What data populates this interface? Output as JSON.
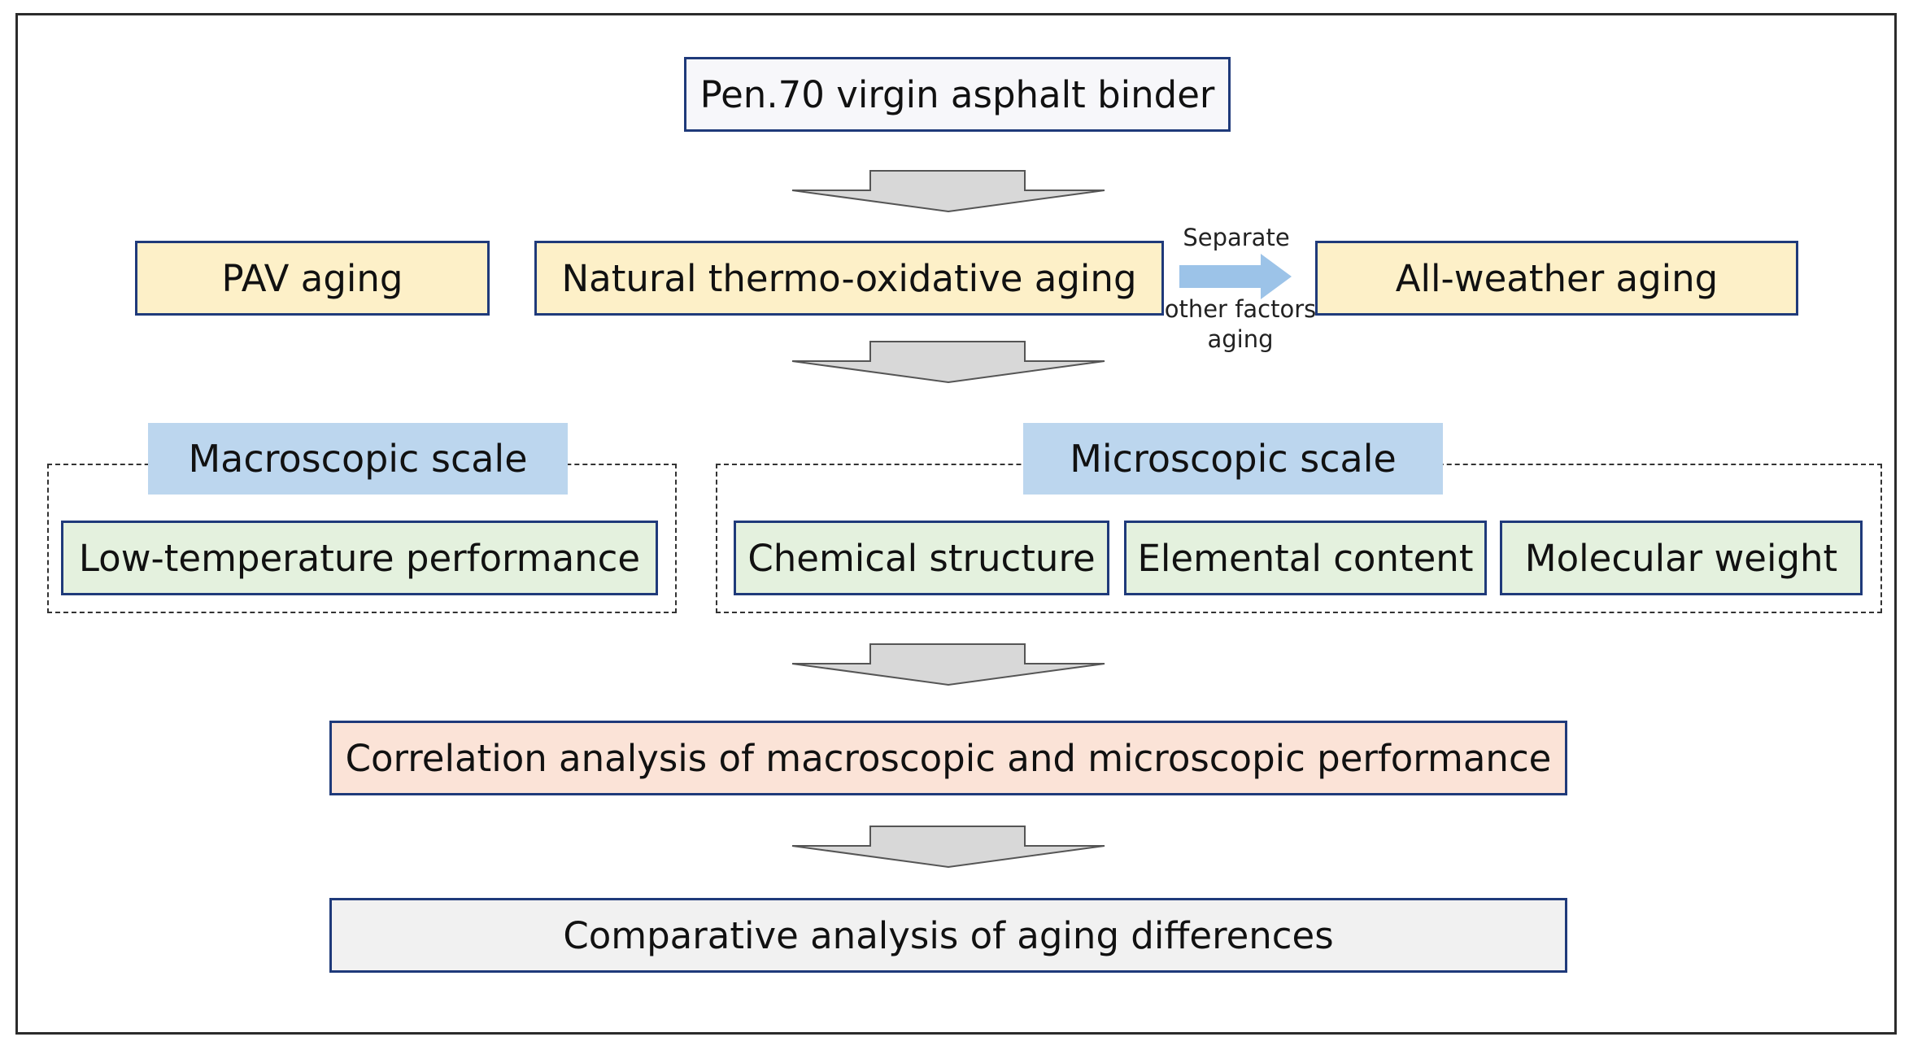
{
  "source": "Pen.70 virgin asphalt binder",
  "aging": {
    "pav": "PAV aging",
    "natural": "Natural thermo-oxidative aging",
    "all_weather": "All-weather aging",
    "separate_top": "Separate",
    "separate_mid": "other factors",
    "separate_bottom": "aging"
  },
  "macro": {
    "title": "Macroscopic scale",
    "items": [
      "Low-temperature performance"
    ]
  },
  "micro": {
    "title": "Microscopic scale",
    "items": [
      "Chemical structure",
      "Elemental content",
      "Molecular weight"
    ]
  },
  "correlation": "Correlation analysis of macroscopic and microscopic performance",
  "comparative": "Comparative analysis of aging differences",
  "colors": {
    "border": "#1f3a7a",
    "aging_fill": "#fdf0c8",
    "scale_fill": "#bcd6ee",
    "indicator_fill": "#e4f1de",
    "correlation_fill": "#fbe3d7",
    "comparative_fill": "#f1f1f1",
    "flow_arrow_fill": "#d8d8d8",
    "side_arrow_fill": "#9cc3e8"
  }
}
